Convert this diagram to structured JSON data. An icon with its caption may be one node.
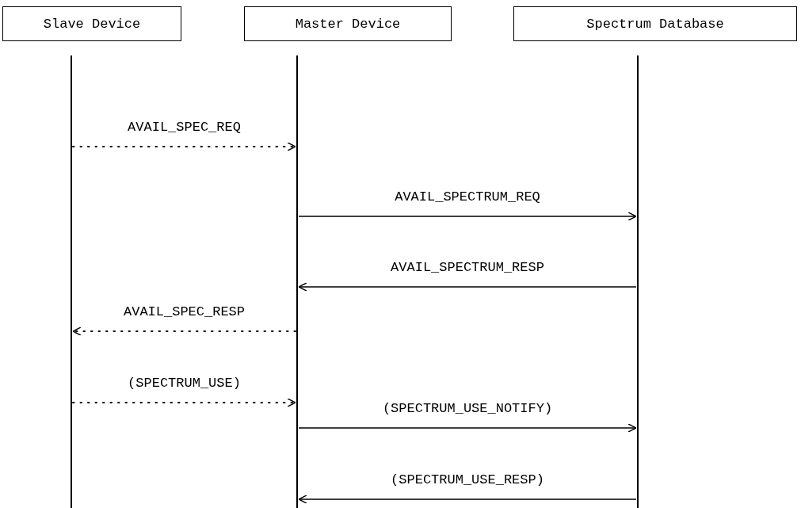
{
  "diagram": {
    "nodes": [
      {
        "text": [
          "Slave Device"
        ]
      },
      {
        "text": [
          "Master Device"
        ]
      },
      {
        "text": [
          "Spectrum Database"
        ]
      }
    ],
    "edges": [
      {
        "from": 0,
        "to": 1,
        "arrow": "to",
        "label": "AVAIL_SPEC_REQ",
        "style": "dashed"
      },
      {
        "from": 1,
        "to": 2,
        "arrow": "to",
        "label": "AVAIL_SPECTRUM_REQ"
      },
      {
        "from": 2,
        "to": 1,
        "arrow": "to",
        "label": "AVAIL_SPECTRUM_RESP"
      },
      {
        "from": 1,
        "to": 0,
        "arrow": "to",
        "label": "AVAIL_SPEC_RESP",
        "style": "dashed"
      },
      {
        "from": 0,
        "to": 1,
        "arrow": "to",
        "label": "(SPECTRUM_USE)",
        "style": "dashed"
      },
      {
        "from": 1,
        "to": 2,
        "arrow": "to",
        "label": "(SPECTRUM_USE_NOTIFY)"
      },
      {
        "from": 2,
        "to": 1,
        "arrow": "to",
        "label": "(SPECTRUM_USE_RESP)"
      }
    ]
  }
}
